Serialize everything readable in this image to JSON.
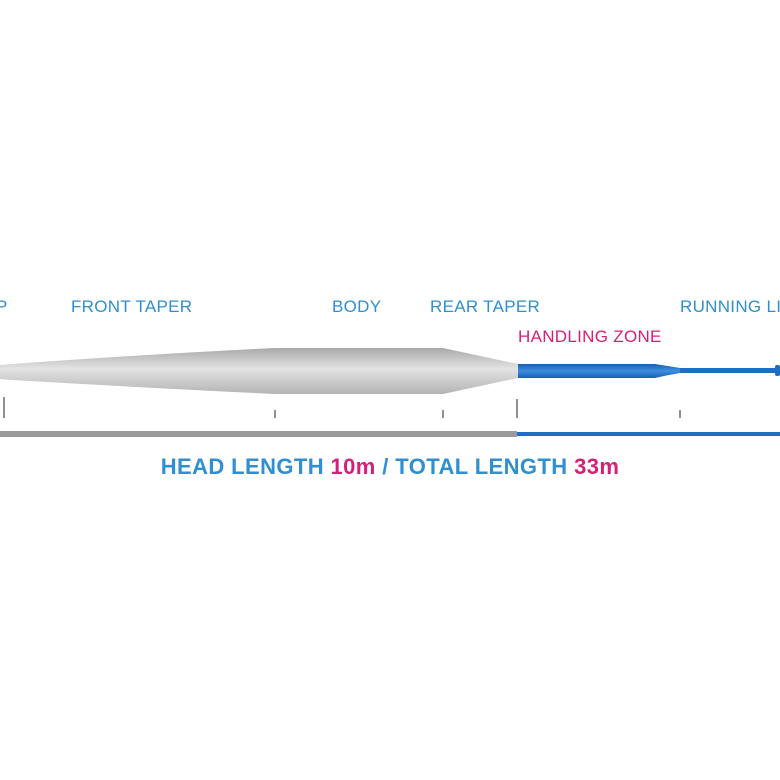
{
  "labels": {
    "tip": "P",
    "front_taper": "FRONT TAPER",
    "body": "BODY",
    "rear_taper": "REAR TAPER",
    "handling_zone": "HANDLING ZONE",
    "running_line": "RUNNING LI"
  },
  "caption": {
    "head_label": "HEAD LENGTH",
    "head_value": "10m",
    "separator": "/",
    "total_label": "TOTAL LENGTH",
    "total_value": "33m"
  },
  "colors": {
    "label_blue": "#2f8fd0",
    "accent_pink": "#d61f78",
    "head_grey": "#c8c8c8",
    "line_blue": "#1f6ec4"
  }
}
